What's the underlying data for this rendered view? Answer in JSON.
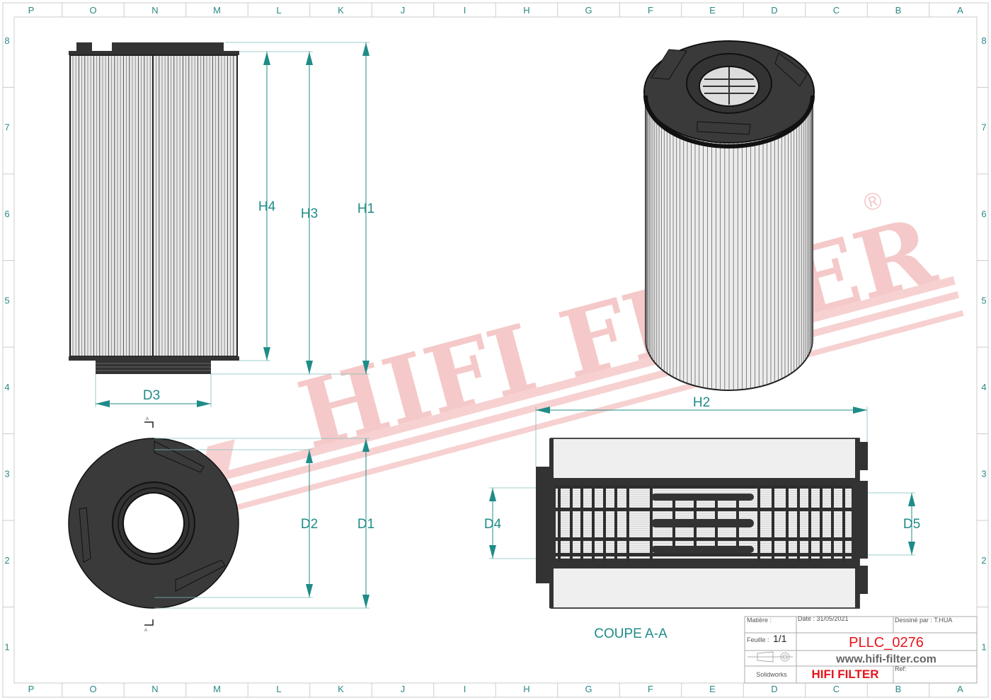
{
  "frame": {
    "columns": [
      "P",
      "O",
      "N",
      "M",
      "L",
      "K",
      "J",
      "I",
      "H",
      "G",
      "F",
      "E",
      "D",
      "C",
      "B",
      "A"
    ],
    "rows": [
      "8",
      "7",
      "6",
      "5",
      "4",
      "3",
      "2",
      "1"
    ]
  },
  "watermark": {
    "text": "HIFI FILTER",
    "mark": "®",
    "color": "#f4b4b4"
  },
  "dimensions": {
    "h1": "H1",
    "h2": "H2",
    "h3": "H3",
    "h4": "H4",
    "d1": "D1",
    "d2": "D2",
    "d3": "D3",
    "d4": "D4",
    "d5": "D5"
  },
  "section": {
    "marker": "A",
    "title": "COUPE A-A"
  },
  "title_block": {
    "material_label": "Matière :",
    "date": "Date : 31/05/2021",
    "drawn_by": "Dessiné par : T.HUA",
    "sheet_label": "Feuille :",
    "sheet_value": "1/1",
    "part_number": "PLLC_0276",
    "website": "www.hifi-filter.com",
    "software": "Solidworks",
    "company": "HIFI FILTER",
    "ref_label": "Ref:"
  },
  "colors": {
    "dimension": "#1f8c88",
    "part": "#3a3a3a",
    "accent_red": "#e8141c"
  }
}
